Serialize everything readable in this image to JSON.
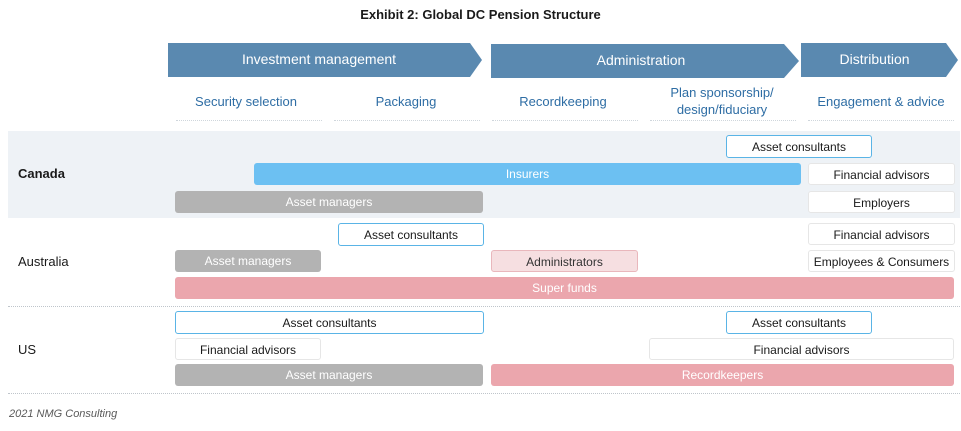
{
  "title": "Exhibit 2: Global DC Pension Structure",
  "colors": {
    "arrow": "#5a89b0",
    "subheader": "#2e6da4",
    "insurers": "#6cc0f2",
    "asset_managers": "#b3b3b3",
    "super_funds": "#eba6ad",
    "administrators": "#f6dfe1",
    "outline": "#5ab4e6"
  },
  "stages": [
    {
      "label": "Investment management"
    },
    {
      "label": "Administration"
    },
    {
      "label": "Distribution"
    }
  ],
  "functions": [
    {
      "label": "Security selection"
    },
    {
      "label": "Packaging"
    },
    {
      "label": "Recordkeeping"
    },
    {
      "label": "Plan sponsorship/ design/fiduciary"
    },
    {
      "label": "Engagement & advice"
    }
  ],
  "countries": {
    "canada": {
      "name": "Canada",
      "asset_consultants": "Asset consultants",
      "insurers": "Insurers",
      "financial_advisors": "Financial advisors",
      "asset_managers": "Asset managers",
      "employers": "Employers"
    },
    "australia": {
      "name": "Australia",
      "asset_consultants": "Asset consultants",
      "financial_advisors": "Financial advisors",
      "asset_managers": "Asset managers",
      "administrators": "Administrators",
      "employees_consumers": "Employees & Consumers",
      "super_funds": "Super funds"
    },
    "us": {
      "name": "US",
      "asset_consultants_left": "Asset consultants",
      "asset_consultants_right": "Asset consultants",
      "financial_advisors_left": "Financial advisors",
      "financial_advisors_right": "Financial advisors",
      "asset_managers": "Asset managers",
      "recordkeepers": "Recordkeepers"
    }
  },
  "footer": "2021 NMG Consulting"
}
